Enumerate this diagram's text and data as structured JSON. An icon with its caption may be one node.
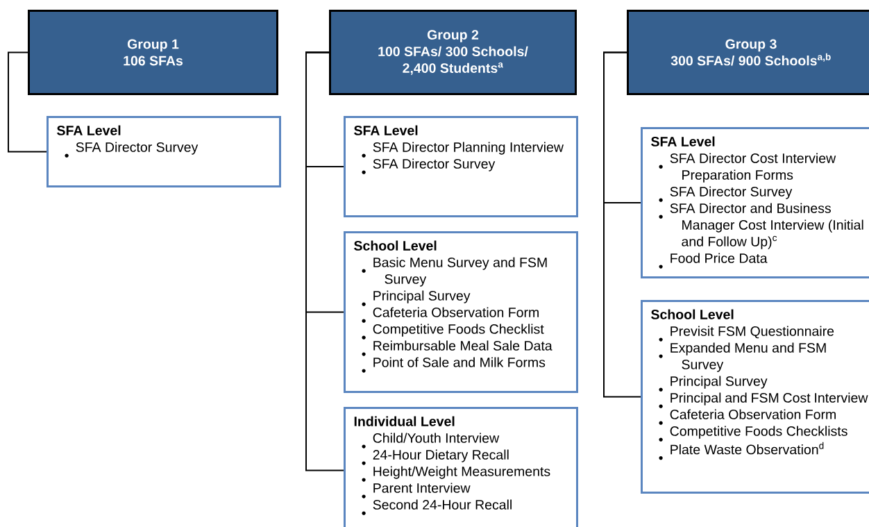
{
  "diagram": {
    "nodes": [
      {
        "text": [
          "Group 1",
          "106 SFAs"
        ]
      },
      {
        "text": [
          "SFA Level",
          "SFA Director Survey"
        ]
      },
      {
        "text": [
          "Group 2",
          "100 SFAs/ 300 Schools/ 2,400 Students$^{a}$"
        ]
      },
      {
        "text": [
          "SFA Level",
          "SFA Director Planning Interview",
          "SFA Director Survey"
        ]
      },
      {
        "text": [
          "School Level",
          "Basic Menu Survey and FSM Survey",
          "Principal Survey",
          "Cafeteria Observation Form",
          "Competitive Foods Checklist",
          "Reimbursable Meal Sale Data",
          "Point of Sale and Milk Forms"
        ]
      },
      {
        "text": [
          "Individual Level",
          "Child/Youth Interview",
          "24-Hour Dietary Recall",
          "Height/Weight Measurements",
          "Parent Interview",
          "Second 24-Hour Recall"
        ]
      },
      {
        "text": [
          "Group 3",
          "300 SFAs/ 900 Schools$^{a,b}$"
        ]
      },
      {
        "text": [
          "SFA Level",
          "SFA Director Cost Interview Preparation Forms",
          "SFA Director Survey",
          "SFA Director and Business Manager Cost Interview (Initial and Follow Up)$^{c}$",
          "Food Price Data"
        ]
      },
      {
        "text": [
          "School Level",
          "Previsit FSM Questionnaire",
          "Expanded Menu and FSM Survey",
          "Principal Survey",
          "Principal and FSM Cost Interview",
          "Cafeteria Observation Form",
          "Competitive Foods Checklists",
          "Plate Waste Observation$^{d}$"
        ]
      }
    ],
    "edges": [
      {
        "from": 0,
        "to": 1,
        "arrow": "none"
      },
      {
        "from": 2,
        "to": 3,
        "arrow": "none"
      },
      {
        "from": 2,
        "to": 4,
        "arrow": "none"
      },
      {
        "from": 2,
        "to": 5,
        "arrow": "none"
      },
      {
        "from": 6,
        "to": 7,
        "arrow": "none"
      },
      {
        "from": 6,
        "to": 8,
        "arrow": "none"
      }
    ]
  }
}
